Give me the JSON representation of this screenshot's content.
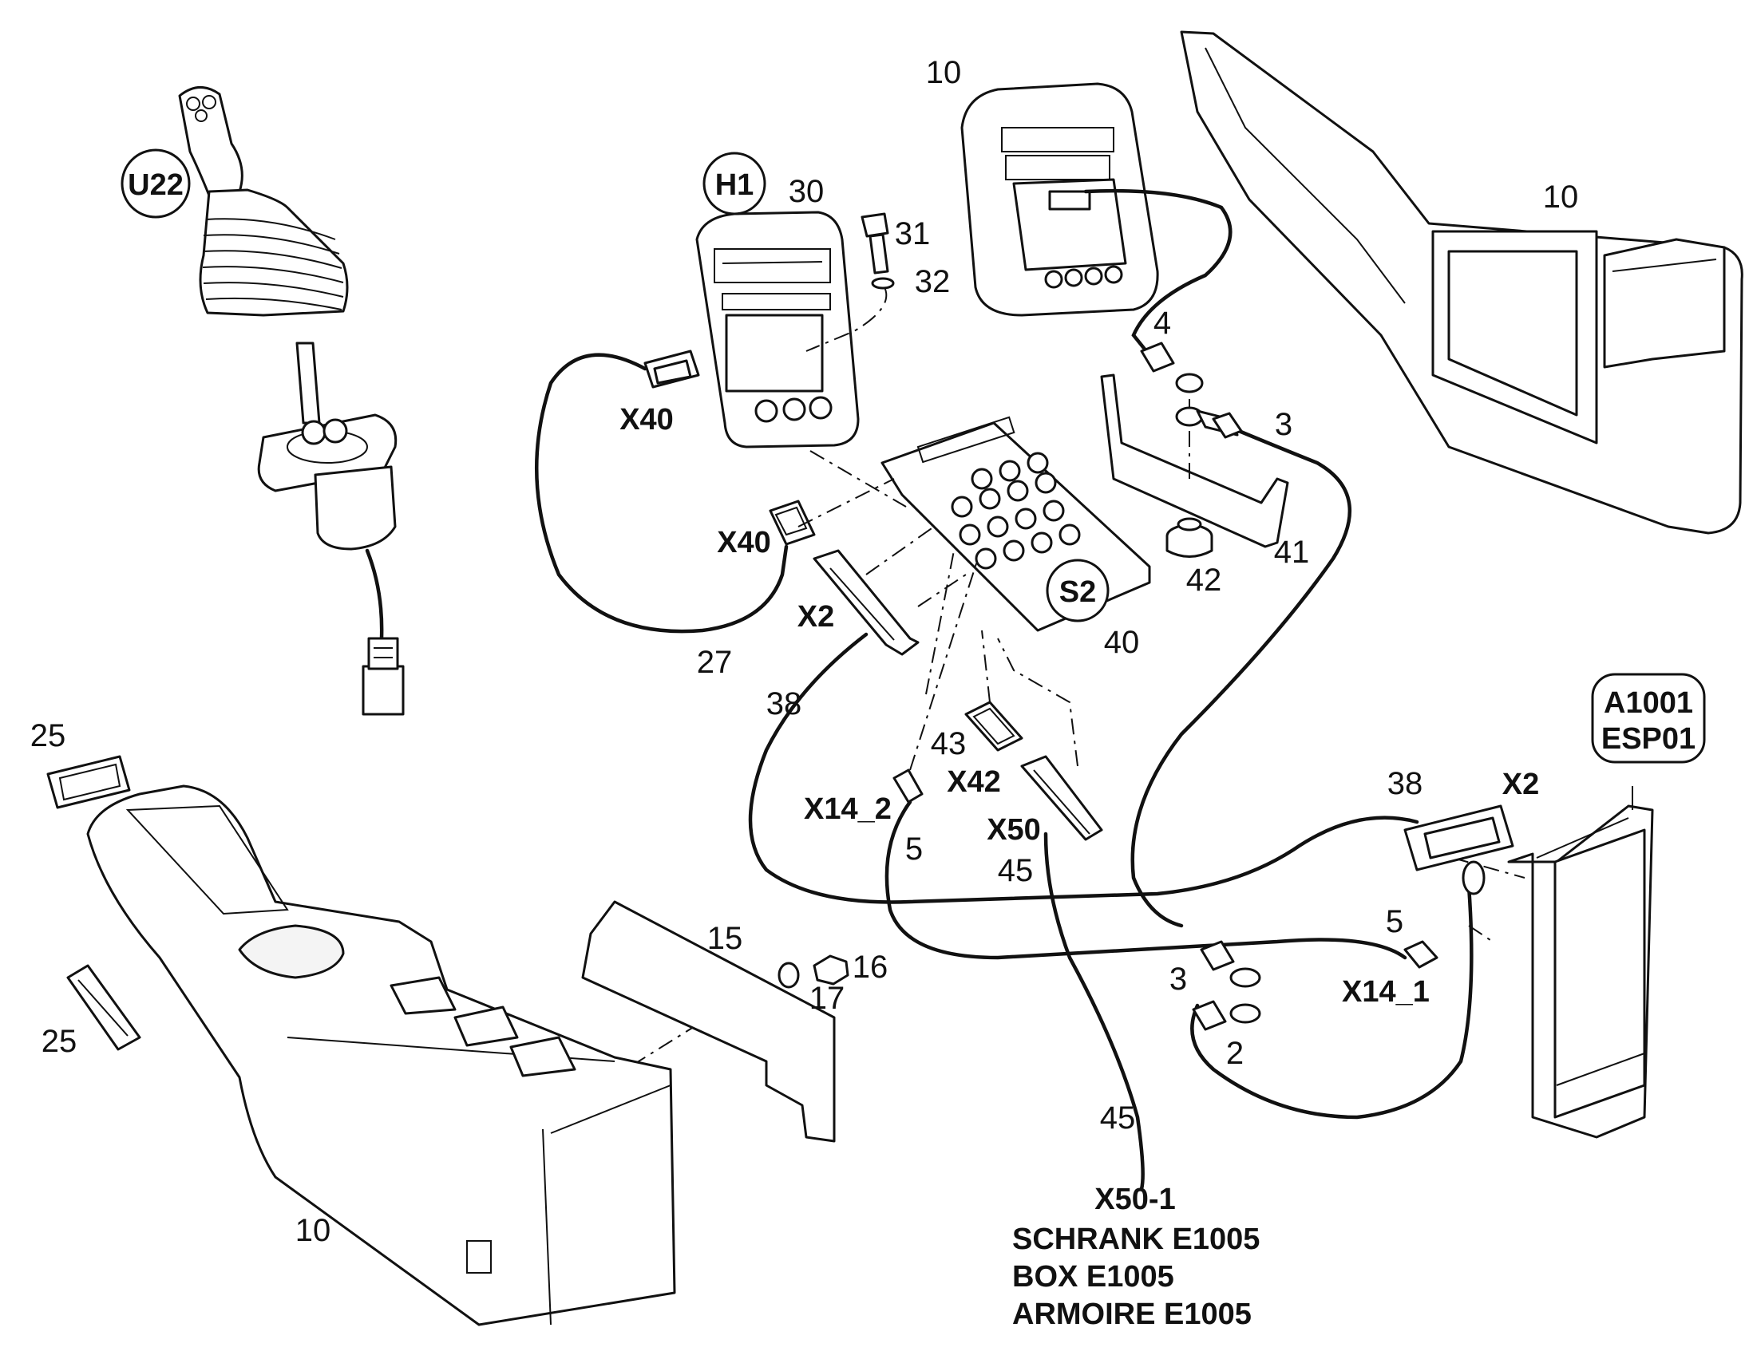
{
  "diagram": {
    "callouts": {
      "u22": "U22",
      "h1": "H1",
      "s2": "S2",
      "a1001": "A1001",
      "esp01": "ESP01"
    },
    "connectors": {
      "x40_top": "X40",
      "x40_mid": "X40",
      "x2_left": "X2",
      "x2_right": "X2",
      "x14_2": "X14_2",
      "x14_1": "X14_1",
      "x42": "X42",
      "x50": "X50"
    },
    "part_numbers": {
      "n10_top": "10",
      "n10_right": "10",
      "n10_bottom": "10",
      "n30": "30",
      "n31": "31",
      "n32": "32",
      "n4": "4",
      "n3_top": "3",
      "n3_bottom": "3",
      "n41": "41",
      "n42": "42",
      "n40": "40",
      "n27": "27",
      "n38_left": "38",
      "n38_right": "38",
      "n43": "43",
      "n5_left": "5",
      "n5_right": "5",
      "n45_top": "45",
      "n45_bottom": "45",
      "n25_top": "25",
      "n25_bottom": "25",
      "n15": "15",
      "n16": "16",
      "n17": "17",
      "n2": "2"
    },
    "destination_note": {
      "line1": "X50-1",
      "line2": "SCHRANK E1005",
      "line3": "BOX E1005",
      "line4": "ARMOIRE E1005"
    }
  }
}
